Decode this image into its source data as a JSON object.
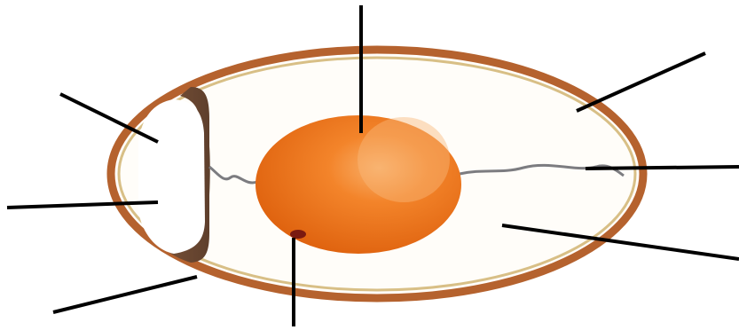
{
  "diagram": {
    "labels": [],
    "parts": [
      {
        "id": "shell",
        "icon": "egg-shell"
      },
      {
        "id": "shell-membrane",
        "icon": "membrane-line"
      },
      {
        "id": "air-cell",
        "icon": "air-space"
      },
      {
        "id": "yolk",
        "icon": "yolk-ball"
      },
      {
        "id": "germinal-disc",
        "icon": "dot"
      },
      {
        "id": "chalaza-left",
        "icon": "twisted-cord"
      },
      {
        "id": "chalaza-right",
        "icon": "twisted-cord"
      },
      {
        "id": "albumen",
        "icon": "egg-white"
      }
    ],
    "colors": {
      "shell_outer": "#b5622e",
      "shell_inner": "#d7c08a",
      "membrane_dark": "#6b4a36",
      "yolk_light": "#f7a35a",
      "yolk_mid": "#f07a1c",
      "yolk_dark": "#d85e0b",
      "leader": "#000000"
    }
  }
}
